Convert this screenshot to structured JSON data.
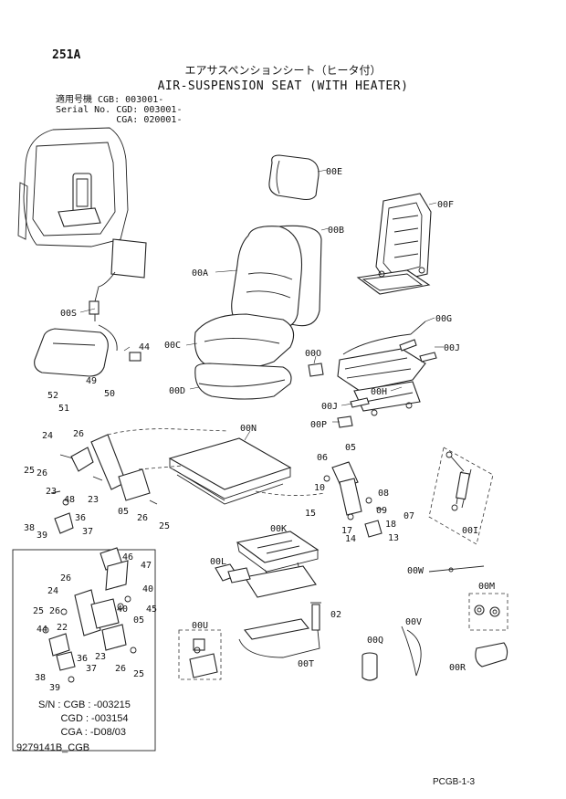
{
  "page_number": "251A",
  "title_jp": "エアサスペンションシート（ヒータ付）",
  "title_en": "AIR-SUSPENSION SEAT (WITH HEATER)",
  "serial_lines": [
    "適用号機 CGB: 003001-",
    "Serial No. CGD: 003001-",
    "           CGA: 020001-"
  ],
  "callouts": {
    "c00E": "00E",
    "c00B": "00B",
    "c00F": "00F",
    "c00A": "00A",
    "c00S": "00S",
    "c00G": "00G",
    "c44a": "44",
    "c00C": "00C",
    "c00O": "00O",
    "c00J": "00J",
    "c00D": "00D",
    "c00H": "00H",
    "c52": "52",
    "c49": "49",
    "c51": "51",
    "c50": "50",
    "c00Jb": "00J",
    "c00P": "00P",
    "c00N": "00N",
    "c24a": "24",
    "c26a": "26",
    "c06": "06",
    "c05a": "05",
    "c25a": "25",
    "c26b": "26",
    "c10": "10",
    "c08": "08",
    "c23a": "23",
    "c48": "48",
    "c23b": "23",
    "c15": "15",
    "c09": "09",
    "c07": "07",
    "c05b": "05",
    "c26c": "26",
    "c25b": "25",
    "c17": "17",
    "c18": "18",
    "c36a": "36",
    "c38a": "38",
    "c39a": "39",
    "c37a": "37",
    "c14": "14",
    "c13": "13",
    "c00I": "00I",
    "c00K": "00K",
    "c46": "46",
    "c47": "47",
    "c26d": "26",
    "c24b": "24",
    "c00L": "00L",
    "c00W": "00W",
    "c40a": "40",
    "c00M": "00M",
    "c40b": "40",
    "c25c": "25",
    "c26e": "26",
    "c45": "45",
    "c02": "02",
    "c44b": "44",
    "c05c": "05",
    "c22": "22",
    "c00U": "00U",
    "c00V": "00V",
    "c36b": "36",
    "c00Q": "00Q",
    "c23c": "23",
    "c37b": "37",
    "c26f": "26",
    "c25d": "25",
    "c00T": "00T",
    "c38b": "38",
    "c39b": "39",
    "c00R": "00R"
  },
  "sn_lines": [
    "S/N : CGB : -003215",
    "        CGD : -003154",
    "        CGA : -D08/03"
  ],
  "doc_number": "9279141B_CGB",
  "sheet_code": "PCGB-1-3"
}
